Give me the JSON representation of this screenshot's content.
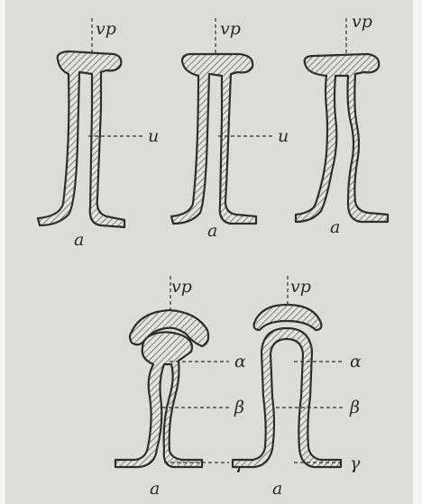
{
  "labels": {
    "vp": "vp",
    "u": "u",
    "a": "a",
    "alpha": "α",
    "beta": "β",
    "gamma": "γ"
  },
  "colors": {
    "background": "#dcdcd8",
    "ink": "#2e2e2e"
  }
}
